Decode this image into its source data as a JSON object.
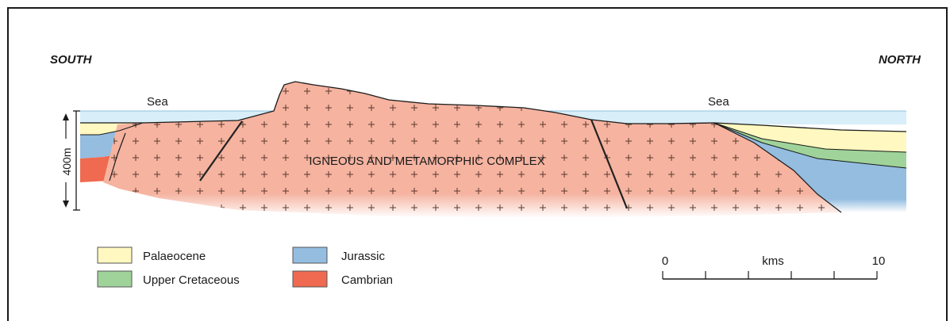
{
  "directions": {
    "left": "SOUTH",
    "right": "NORTH"
  },
  "sea_labels": {
    "left": "Sea",
    "right": "Sea"
  },
  "complex_label": "IGNEOUS AND METAMORPHIC COMPLEX",
  "vertical_scale": {
    "label": "400m"
  },
  "legend": [
    {
      "label": "Palaeocene",
      "color": "#fff8c0"
    },
    {
      "label": "Upper Cretaceous",
      "color": "#9fd39a"
    },
    {
      "label": "Jurassic",
      "color": "#94bde0"
    },
    {
      "label": "Cambrian",
      "color": "#ef6a50"
    }
  ],
  "horizontal_scale": {
    "start": "0",
    "unit": "kms",
    "end": "10"
  },
  "colors": {
    "sea": "#d8eef8",
    "complex": "#f5b3a0",
    "fault": "#222222"
  }
}
